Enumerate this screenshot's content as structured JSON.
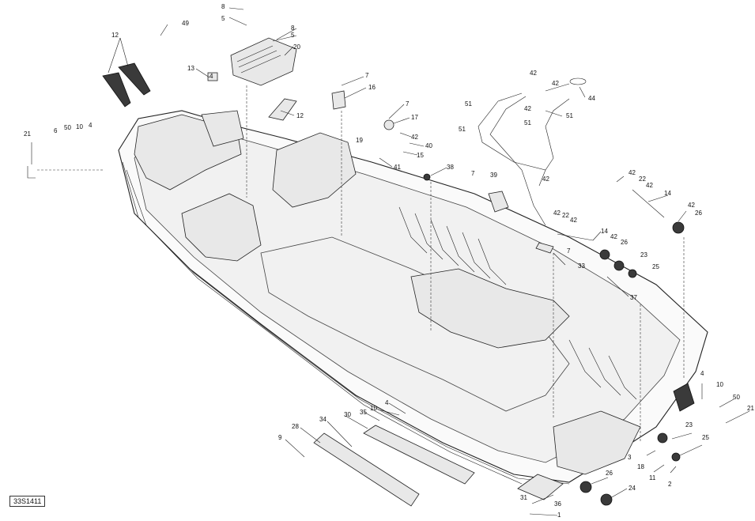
{
  "labels": {
    "l1": "1",
    "l2": "2",
    "l3": "3",
    "l4a": "4",
    "l4b": "4",
    "l4c": "4",
    "l4d": "4",
    "l5a": "5",
    "l5b": "5",
    "l6": "6",
    "l7a": "7",
    "l7b": "7",
    "l7c": "7",
    "l7d": "7",
    "l8a": "8",
    "l8b": "8",
    "l9": "9",
    "l10a": "10",
    "l10b": "10",
    "l10c": "10",
    "l11": "11",
    "l12a": "12",
    "l12b": "12",
    "l13": "13",
    "l14a": "14",
    "l14b": "14",
    "l15": "15",
    "l16": "16",
    "l17": "17",
    "l18": "18",
    "l19": "19",
    "l20": "20",
    "l21a": "21",
    "l21b": "21",
    "l22a": "22",
    "l22b": "22",
    "l23a": "23",
    "l23b": "23",
    "l24": "24",
    "l25a": "25",
    "l25b": "25",
    "l26a": "26",
    "l26b": "26",
    "l26c": "26",
    "l28": "28",
    "l30": "30",
    "l31": "31",
    "l33": "33",
    "l34": "34",
    "l35": "35",
    "l36": "36",
    "l37": "37",
    "l38": "38",
    "l39": "39",
    "l40": "40",
    "l41": "41",
    "l42a": "42",
    "l42b": "42",
    "l42c": "42",
    "l42d": "42",
    "l42e": "42",
    "l42f": "42",
    "l42g": "42",
    "l42h": "42",
    "l42i": "42",
    "l42j": "42",
    "l44": "44",
    "l49": "49",
    "l50a": "50",
    "l50b": "50",
    "l51a": "51",
    "l51b": "51",
    "l51c": "51",
    "l51d": "51"
  },
  "reference_code": "33S1411"
}
